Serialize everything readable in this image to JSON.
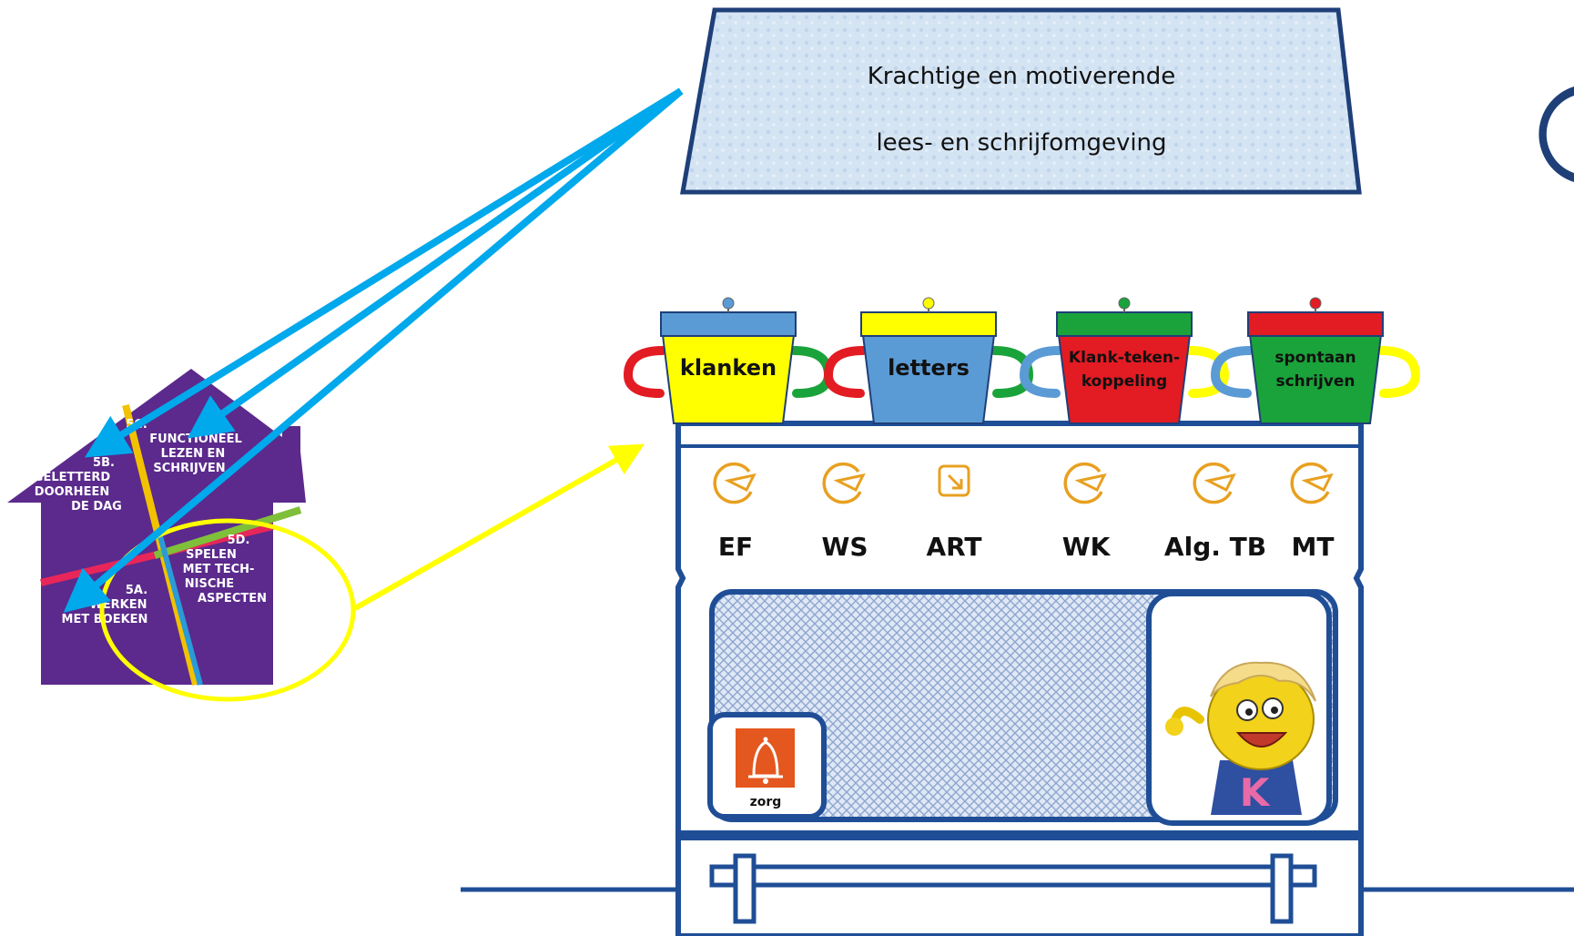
{
  "banner": {
    "line1": "Krachtige en motiverende",
    "line2": "lees- en schrijfomgeving"
  },
  "pots": [
    {
      "label_lines": [
        "klanken"
      ],
      "body_color": "#ffff00",
      "lid_color": "#5b9bd5",
      "handle_left": "#e31b23",
      "handle_right": "#1aa33a"
    },
    {
      "label_lines": [
        "letters"
      ],
      "body_color": "#5b9bd5",
      "lid_color": "#ffff00",
      "handle_left": "#e31b23",
      "handle_right": "#1aa33a"
    },
    {
      "label_lines": [
        "Klank-teken-",
        "koppeling"
      ],
      "body_color": "#e31b23",
      "lid_color": "#1aa33a",
      "handle_left": "#5b9bd5",
      "handle_right": "#ffff00"
    },
    {
      "label_lines": [
        "spontaan",
        "schrijven"
      ],
      "body_color": "#1aa33a",
      "lid_color": "#e31b23",
      "handle_left": "#5b9bd5",
      "handle_right": "#ffff00"
    }
  ],
  "dials": [
    {
      "label": "EF",
      "icon": "dial-icon"
    },
    {
      "label": "WS",
      "icon": "dial-icon"
    },
    {
      "label": "ART",
      "icon": "square-dial-icon"
    },
    {
      "label": "WK",
      "icon": "dial-icon"
    },
    {
      "label": "Alg. TB",
      "icon": "dial-icon"
    },
    {
      "label": "MT",
      "icon": "dial-icon"
    }
  ],
  "zorg": {
    "label": "zorg",
    "icon": "bell-icon"
  },
  "mascot": {
    "letter": "K"
  },
  "house": {
    "segments": [
      {
        "id": "5B",
        "lines": [
          "5B.",
          "GELETTERD",
          "DOORHEEN",
          "DE DAG"
        ]
      },
      {
        "id": "5C",
        "lines": [
          "5C.",
          "FUNCTIONEEL",
          "LEZEN EN",
          "SCHRIJVEN"
        ]
      },
      {
        "id": "5A",
        "lines": [
          "5A.",
          "WERKEN",
          "MET BOEKEN"
        ]
      },
      {
        "id": "5D",
        "lines": [
          "5D.",
          "SPELEN",
          "MET TECH-",
          "NISCHE",
          "ASPECTEN"
        ]
      }
    ]
  },
  "colors": {
    "stove_outline": "#1f4e96",
    "oven_window": "#c8d8ef",
    "dial_orange": "#e8a020",
    "arrow_blue": "#00a8ec",
    "arrow_yellow": "#ffff00",
    "house_purple": "#5b2a8c",
    "zorg_orange": "#e4571e"
  }
}
